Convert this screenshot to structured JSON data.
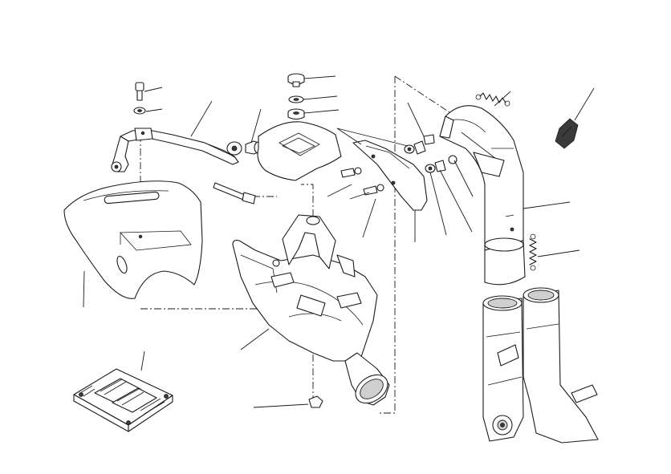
{
  "diagram": {
    "parts": [
      {
        "id": "mounting-bracket"
      },
      {
        "id": "bolt"
      },
      {
        "id": "washer"
      },
      {
        "id": "heat-shield"
      },
      {
        "id": "control-unit"
      },
      {
        "id": "silencer"
      },
      {
        "id": "rubber-grommet"
      },
      {
        "id": "spacer"
      },
      {
        "id": "cap"
      },
      {
        "id": "side-guard"
      },
      {
        "id": "front-pipe"
      },
      {
        "id": "spring-upper"
      },
      {
        "id": "spring-lower"
      },
      {
        "id": "clip"
      },
      {
        "id": "nut"
      },
      {
        "id": "screw"
      },
      {
        "id": "header-pipes"
      }
    ],
    "colors": {
      "line": "#1a1a1a",
      "fill": "#ffffff",
      "shade": "#cfcfcf"
    }
  }
}
